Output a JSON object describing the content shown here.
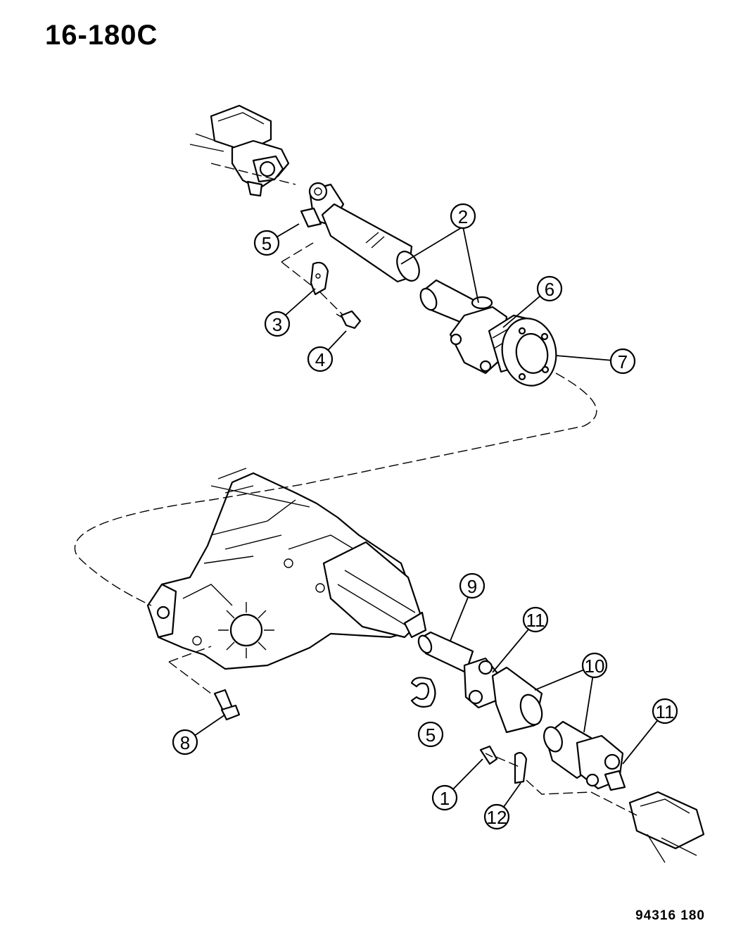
{
  "header": {
    "diagram_number": "16-180C"
  },
  "footer": {
    "reference": "94316  180"
  },
  "callouts": [
    {
      "id": "c2",
      "label": "2"
    },
    {
      "id": "c5a",
      "label": "5"
    },
    {
      "id": "c3",
      "label": "3"
    },
    {
      "id": "c4",
      "label": "4"
    },
    {
      "id": "c6",
      "label": "6"
    },
    {
      "id": "c7",
      "label": "7"
    },
    {
      "id": "c9",
      "label": "9"
    },
    {
      "id": "c11a",
      "label": "11"
    },
    {
      "id": "c10",
      "label": "10"
    },
    {
      "id": "c11b",
      "label": "11"
    },
    {
      "id": "c5b",
      "label": "5"
    },
    {
      "id": "c8",
      "label": "8"
    },
    {
      "id": "c1",
      "label": "1"
    },
    {
      "id": "c12",
      "label": "12"
    }
  ]
}
